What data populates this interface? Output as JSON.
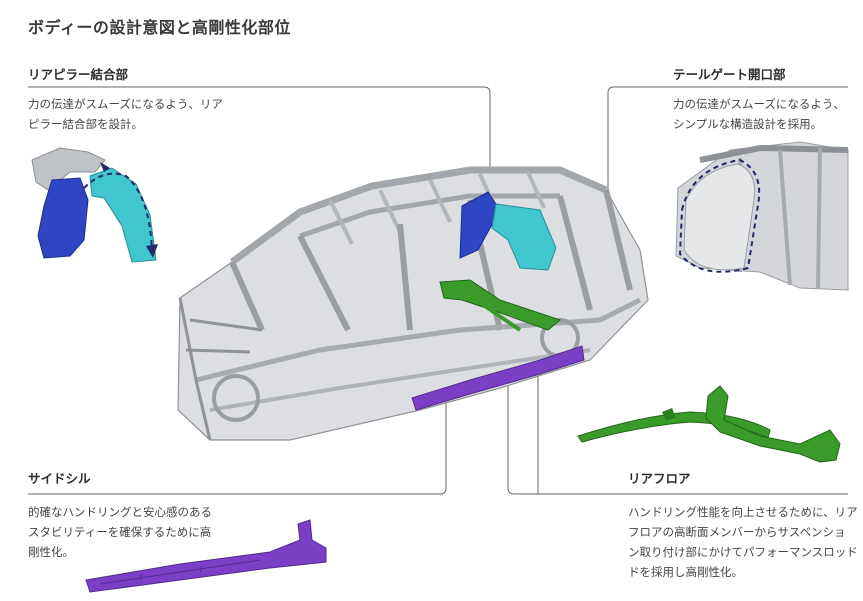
{
  "title": "ボディーの設計意図と高剛性化部位",
  "sections": {
    "rear_pillar": {
      "heading": "リアピラー結合部",
      "lines": [
        "力の伝達がスムーズになるよう、リア",
        "ピラー結合部を設計。"
      ]
    },
    "tailgate": {
      "heading": "テールゲート開口部",
      "lines": [
        "力の伝達がスムーズになるよう、",
        "シンプルな構造設計を採用。"
      ]
    },
    "side_sill": {
      "heading": "サイドシル",
      "lines": [
        "的確なハンドリングと安心感のある",
        "スタビリティーを確保するために高",
        "剛性化。"
      ]
    },
    "rear_floor": {
      "heading": "リアフロア",
      "lines": [
        "ハンドリング性能を向上させるために、リア",
        "フロアの高断面メンバーからサスペンショ",
        "ン取り付け部にかけてパフォーマンスロッド",
        "ドを採用し高剛性化。"
      ]
    }
  },
  "colors": {
    "pillar_blue": "#2f46c4",
    "pillar_cyan": "#3fc6cf",
    "rear_floor_green": "#3a9a2a",
    "side_sill_purple": "#7b3fc6",
    "frame_grey": "#b9bcc0",
    "leader_line": "#666666"
  }
}
